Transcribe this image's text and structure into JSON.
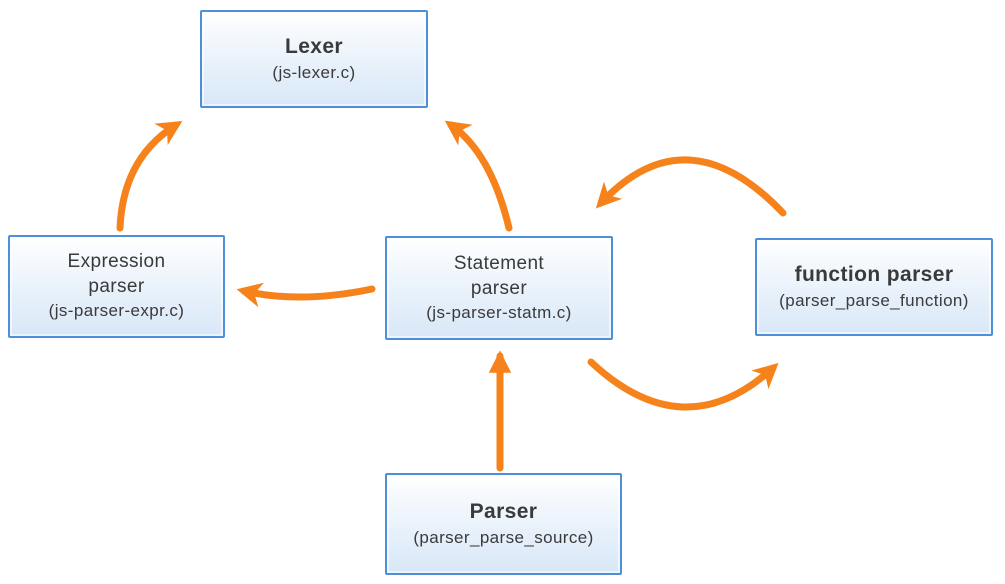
{
  "diagram": {
    "background_color": "#ffffff",
    "arrow_color": "#f6821c",
    "box_border_color": "#4d90d9",
    "box_fill_top": "#ffffff",
    "box_fill_bottom": "#d8e7f7",
    "text_color": "#3a3a3a",
    "nodes": [
      {
        "id": "lexer",
        "title": "Lexer",
        "subtitle": "(js-lexer.c)"
      },
      {
        "id": "expression-parser",
        "title": "Expression parser",
        "subtitle": "(js-parser-expr.c)"
      },
      {
        "id": "statement-parser",
        "title": "Statement parser",
        "subtitle": "(js-parser-statm.c)"
      },
      {
        "id": "function-parser",
        "title": "function parser",
        "subtitle": "(parser_parse_function)"
      },
      {
        "id": "parser",
        "title": "Parser",
        "subtitle": "(parser_parse_source)"
      }
    ],
    "edges": [
      {
        "from": "expression-parser",
        "to": "lexer"
      },
      {
        "from": "statement-parser",
        "to": "lexer"
      },
      {
        "from": "statement-parser",
        "to": "expression-parser"
      },
      {
        "from": "function-parser",
        "to": "statement-parser"
      },
      {
        "from": "statement-parser",
        "to": "function-parser"
      },
      {
        "from": "parser",
        "to": "statement-parser"
      }
    ]
  }
}
